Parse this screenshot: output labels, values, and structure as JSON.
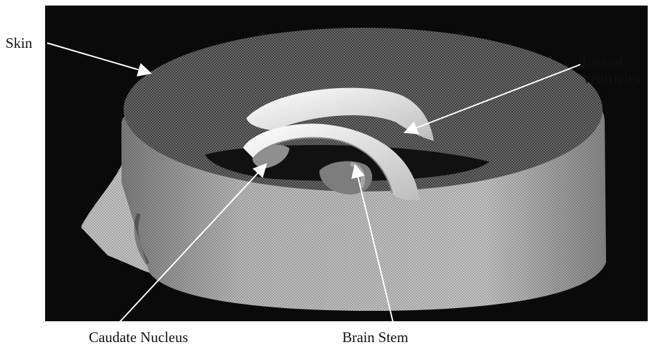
{
  "labels": {
    "skin": "Skin",
    "lateral_ventricles_line1": "Lateral",
    "lateral_ventricles_line2": "Ventricles",
    "caudate_nucleus": "Caudate Nucleus",
    "brain_stem": "Brain Stem"
  },
  "colors": {
    "background": "#0a0a0a",
    "skin_surface": "#b9b9b9",
    "skin_interior": "#5a5a5a",
    "ventricles": "#e6e6e6",
    "caudate": "#8a8a8a",
    "brain_stem": "#7a7a7a"
  }
}
